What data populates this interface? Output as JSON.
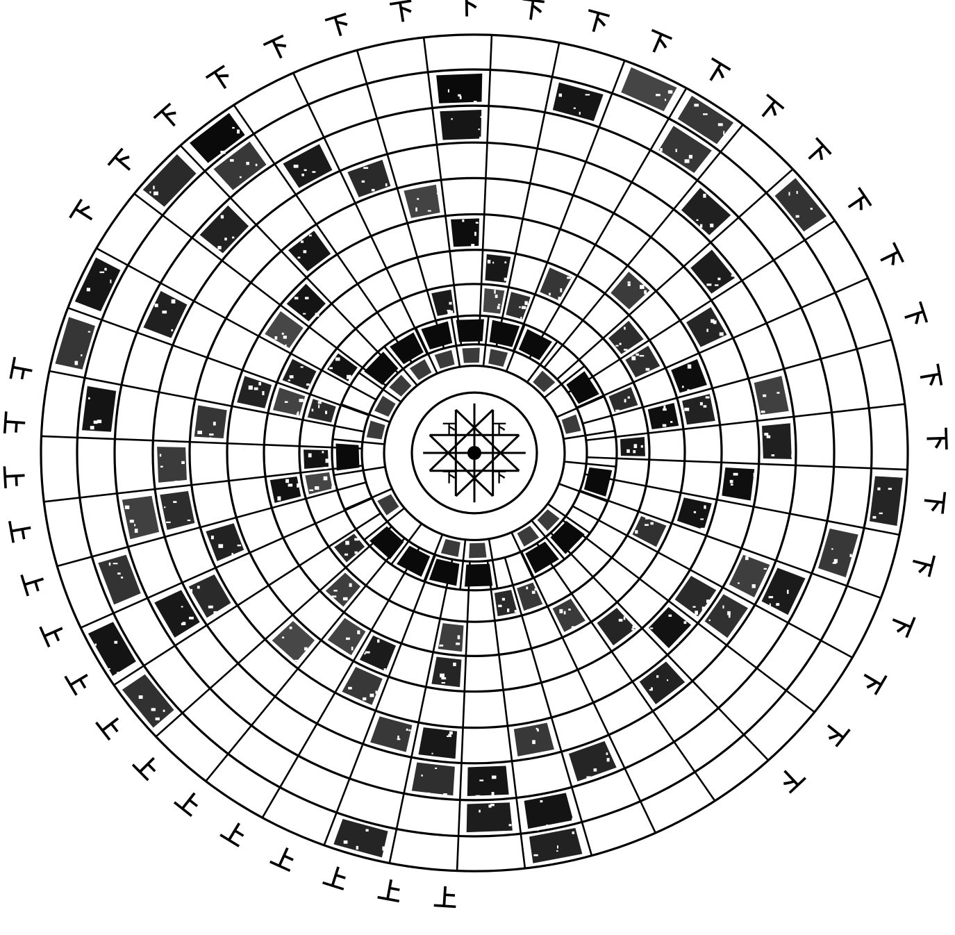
{
  "diagram": {
    "outer_labels": {
      "upper_text": "下",
      "lower_text": "上",
      "upper_arc_count": 25,
      "lower_arc_count": 15
    },
    "center_rose": {
      "compass_glyphs": [
        "下",
        "下",
        "下",
        "下"
      ],
      "spoke_count": 8
    },
    "colors": {
      "ink": "#000000",
      "paper": "#ffffff"
    }
  }
}
